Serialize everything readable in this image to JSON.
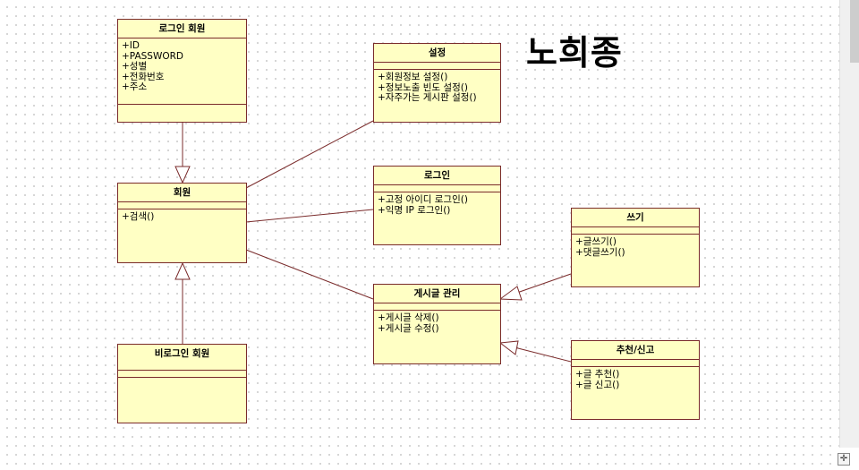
{
  "title": "노희종",
  "classes": {
    "login_member": {
      "name": "로그인 회원",
      "attributes": [
        "+ID",
        "+PASSWORD",
        "+성별",
        "+전화번호",
        "+주소"
      ],
      "operations": []
    },
    "member": {
      "name": "회원",
      "attributes": [],
      "operations": [
        "+검색()"
      ]
    },
    "guest_member": {
      "name": "비로그인 회원",
      "attributes": [],
      "operations": []
    },
    "settings": {
      "name": "설정",
      "attributes": [],
      "operations": [
        "+회원정보 설정()",
        "+정보노출 빈도 설정()",
        "+자주가는 게시판 설정()"
      ]
    },
    "login": {
      "name": "로그인",
      "attributes": [],
      "operations": [
        "+고정 아이디 로그인()",
        "+익명 IP 로그인()"
      ]
    },
    "post_manage": {
      "name": "게시글 관리",
      "attributes": [],
      "operations": [
        "+게시글 삭제()",
        "+게시글 수정()"
      ]
    },
    "write": {
      "name": "쓰기",
      "attributes": [],
      "operations": [
        "+글쓰기()",
        "+댓글쓰기()"
      ]
    },
    "recommend_report": {
      "name": "추천/신고",
      "attributes": [],
      "operations": [
        "+글 추천()",
        "+글 신고()"
      ]
    }
  },
  "relations": [
    {
      "from": "login_member",
      "to": "member",
      "type": "generalization"
    },
    {
      "from": "guest_member",
      "to": "member",
      "type": "generalization"
    },
    {
      "from": "member",
      "to": "settings",
      "type": "association"
    },
    {
      "from": "member",
      "to": "login",
      "type": "association"
    },
    {
      "from": "member",
      "to": "post_manage",
      "type": "association"
    },
    {
      "from": "write",
      "to": "post_manage",
      "type": "generalization"
    },
    {
      "from": "recommend_report",
      "to": "post_manage",
      "type": "generalization"
    }
  ],
  "colors": {
    "box_fill": "#ffffc4",
    "box_border": "#7a2b2b",
    "line": "#7a2b2b"
  }
}
